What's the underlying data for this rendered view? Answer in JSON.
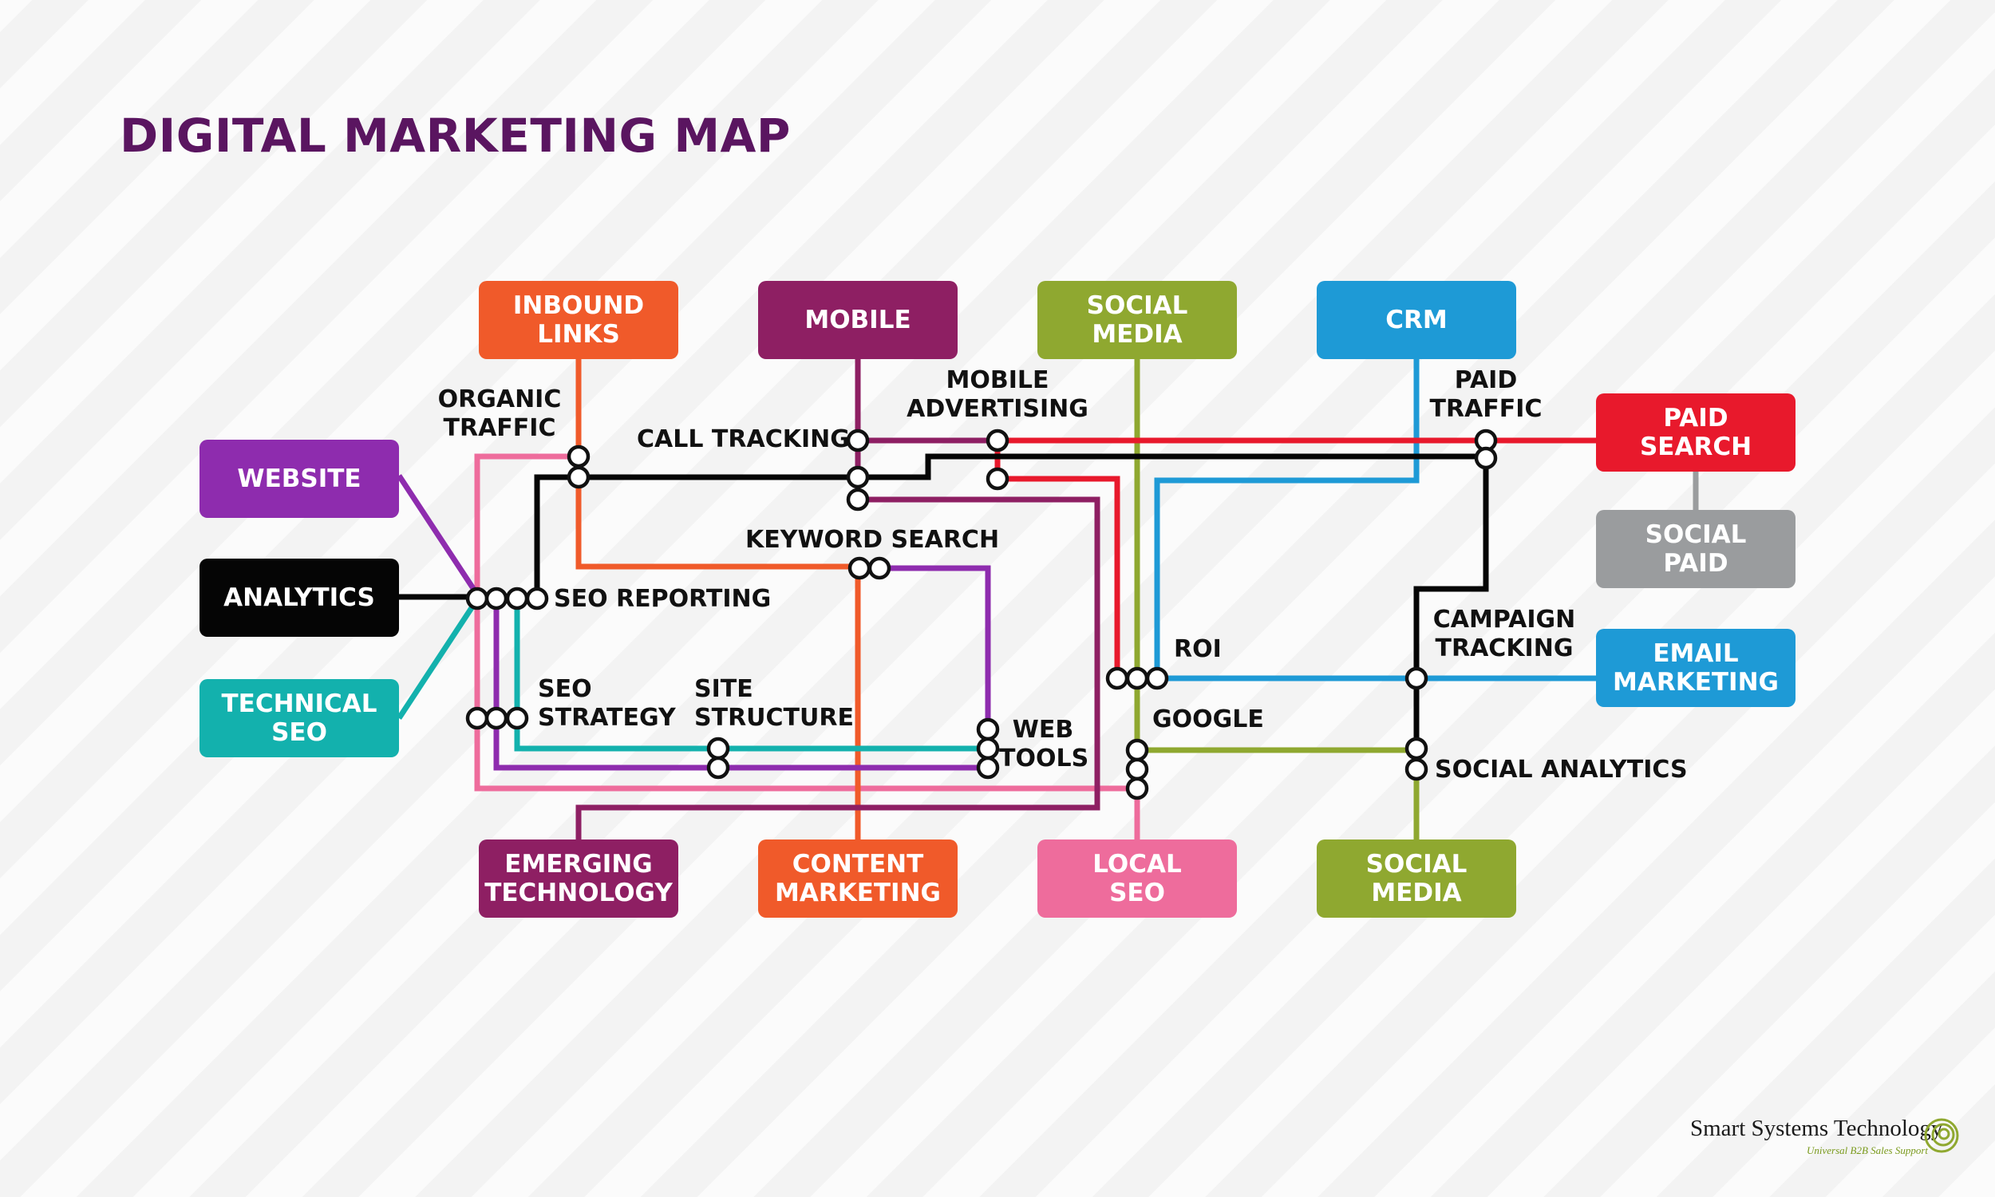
{
  "title": "DIGITAL MARKETING MAP",
  "nodes": {
    "inbound_links": "INBOUND\nLINKS",
    "mobile": "MOBILE",
    "social_media_top": "SOCIAL\nMEDIA",
    "crm": "CRM",
    "website": "WEBSITE",
    "analytics": "ANALYTICS",
    "technical_seo": "TECHNICAL\nSEO",
    "paid_search": "PAID\nSEARCH",
    "social_paid": "SOCIAL\nPAID",
    "email_marketing": "EMAIL\nMARKETING",
    "emerging_technology": "EMERGING\nTECHNOLOGY",
    "content_marketing": "CONTENT\nMARKETING",
    "local_seo": "LOCAL\nSEO",
    "social_media_bottom": "SOCIAL\nMEDIA"
  },
  "stations": {
    "organic_traffic": "ORGANIC\nTRAFFIC",
    "call_tracking": "CALL TRACKING",
    "mobile_advertising": "MOBILE\nADVERTISING",
    "paid_traffic": "PAID\nTRAFFIC",
    "keyword_search": "KEYWORD SEARCH",
    "seo_reporting": "SEO REPORTING",
    "roi": "ROI",
    "campaign_tracking": "CAMPAIGN\nTRACKING",
    "seo_strategy": "SEO\nSTRATEGY",
    "site_structure": "SITE\nSTRUCTURE",
    "web_tools": "WEB\nTOOLS",
    "google": "GOOGLE",
    "social_analytics": "SOCIAL ANALYTICS"
  },
  "logo": {
    "name": "Smart Systems Technology",
    "tagline": "Universal B2B Sales Support"
  },
  "colors": {
    "title": "#5a1560",
    "inbound_links": "#f05a2a",
    "mobile": "#8e1f63",
    "social_media": "#8fa830",
    "crm": "#1e9ad6",
    "website": "#8e2cae",
    "analytics": "#050505",
    "technical_seo": "#13b1ad",
    "paid_search": "#e8192c",
    "social_paid": "#9a9c9e",
    "email_marketing": "#1e9ad6",
    "emerging_technology": "#8e1f63",
    "content_marketing": "#f05a2a",
    "local_seo": "#ee6c9c",
    "social_media_bottom": "#8fa830"
  }
}
